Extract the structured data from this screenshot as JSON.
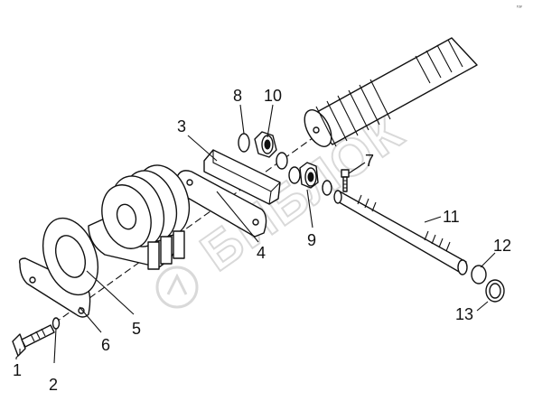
{
  "diagram": {
    "corner_mark": "ᵣᵤᵥ",
    "watermark_text": "БИБЛОК",
    "callouts": [
      {
        "id": "c1",
        "label": "1"
      },
      {
        "id": "c2",
        "label": "2"
      },
      {
        "id": "c3",
        "label": "3"
      },
      {
        "id": "c4",
        "label": "4"
      },
      {
        "id": "c5",
        "label": "5"
      },
      {
        "id": "c6",
        "label": "6"
      },
      {
        "id": "c7",
        "label": "7"
      },
      {
        "id": "c8",
        "label": "8"
      },
      {
        "id": "c9",
        "label": "9"
      },
      {
        "id": "c10",
        "label": "10"
      },
      {
        "id": "c11",
        "label": "11"
      },
      {
        "id": "c12",
        "label": "12"
      },
      {
        "id": "c13",
        "label": "13"
      }
    ],
    "colors": {
      "ink": "#111111",
      "watermark": "#d9d9d9",
      "background": "#ffffff"
    }
  }
}
